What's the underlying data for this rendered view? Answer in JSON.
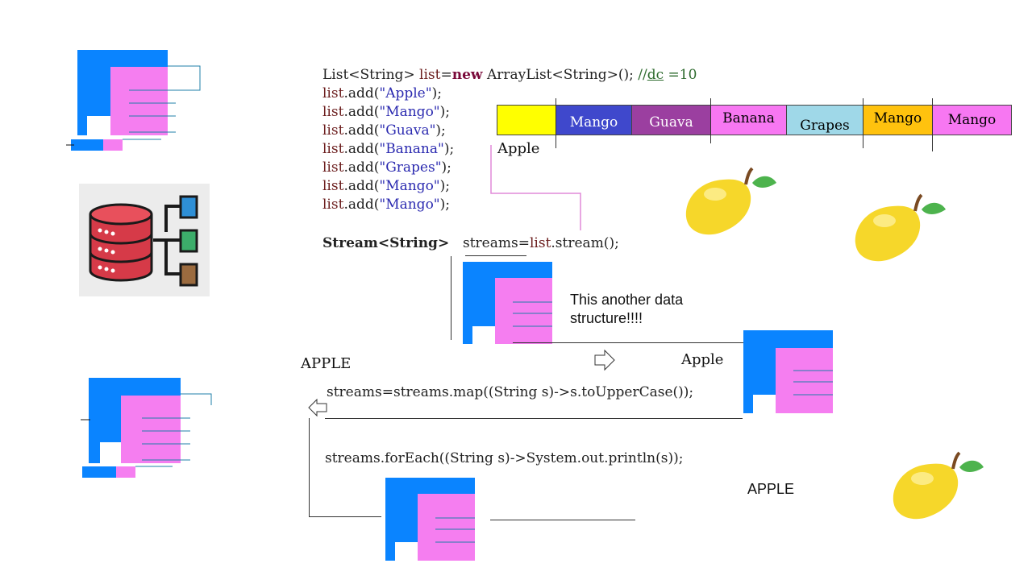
{
  "code": {
    "line1": {
      "t1": "List<String>  ",
      "v1": "list",
      "eq": "=",
      "kw": "new",
      "t2": " ArrayList<String>();  ",
      "cmt": "//",
      "dc": "dc",
      "cmt2": " =10"
    },
    "adds": [
      {
        "obj": "list",
        "call": ".add(",
        "arg": "\"Apple\"",
        "end": ");"
      },
      {
        "obj": "list",
        "call": ".add(",
        "arg": "\"Mango\"",
        "end": ");"
      },
      {
        "obj": "list",
        "call": ".add(",
        "arg": "\"Guava\"",
        "end": ");"
      },
      {
        "obj": "list",
        "call": ".add(",
        "arg": "\"Banana\"",
        "end": ");"
      },
      {
        "obj": "list",
        "call": ".add(",
        "arg": "\"Grapes\"",
        "end": ");"
      },
      {
        "obj": "list",
        "call": ".add(",
        "arg": "\"Mango\"",
        "end": ");"
      },
      {
        "obj": "list",
        "call": ".add(",
        "arg": "\"Mango\"",
        "end": ");"
      }
    ],
    "stream_decl": "Stream<String>",
    "stream_assign_a": "streams=",
    "stream_assign_obj": "list",
    "stream_assign_b": ".stream();",
    "map_line": "streams=streams.map((String s)->s.toUpperCase());",
    "foreach_line": "streams.forEach((String s)->System.out.println(s));"
  },
  "array_cells": [
    {
      "label": "",
      "bg": "#ffff00",
      "fg": "#111111"
    },
    {
      "label": "Mango",
      "bg": "#3f48cc",
      "fg": "#ffffff"
    },
    {
      "label": "Guava",
      "bg": "#9b3fa0",
      "fg": "#ffffff"
    },
    {
      "label": "Banana",
      "bg": "#f777f2",
      "fg": "#111111"
    },
    {
      "label": "Grapes",
      "bg": "#9fd8e8",
      "fg": "#111111"
    },
    {
      "label": "Mango",
      "bg": "#ffc20e",
      "fg": "#111111"
    },
    {
      "label": "Mango",
      "bg": "#f777f2",
      "fg": "#111111"
    }
  ],
  "labels": {
    "apple_under_array": "Apple",
    "stream_note": "This another data\nstructure!!!!",
    "apple_right": "Apple",
    "apple_upper_left": "APPLE",
    "apple_upper_right": "APPLE"
  },
  "colors": {
    "blue": "#0a84ff",
    "pink": "#f57ef0",
    "outline": "#1f7fa8",
    "mango": "#f6d72a"
  },
  "icons": [
    "database-icon",
    "mango-icon",
    "stream-structure-icon",
    "arrow-right-icon",
    "arrow-left-icon"
  ]
}
